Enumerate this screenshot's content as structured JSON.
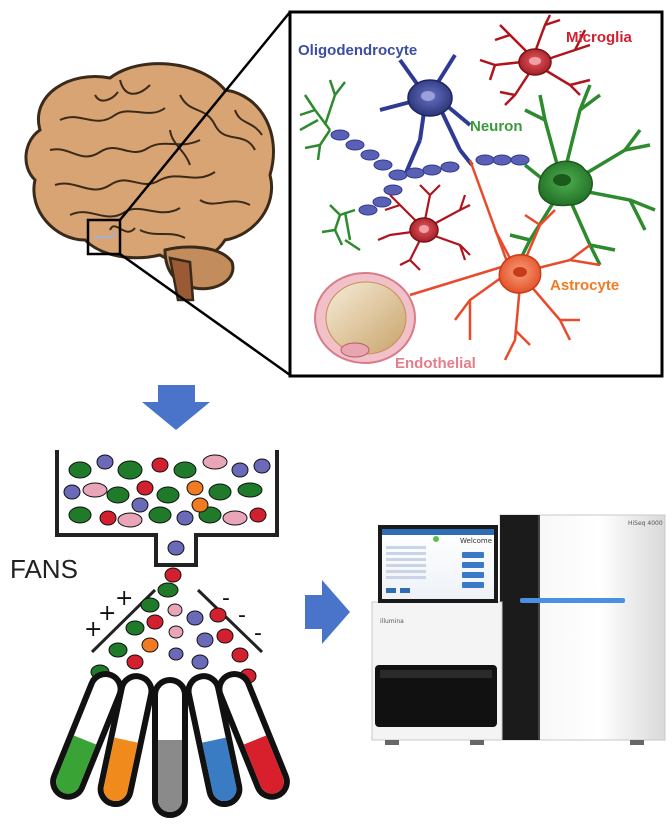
{
  "cells": {
    "oligodendrocyte": "Oligodendrocyte",
    "microglia": "Microglia",
    "neuron": "Neuron",
    "astrocyte": "Astrocyte",
    "endothelial": "Endothelial"
  },
  "fans_label": "FANS",
  "signs": {
    "plus": "+",
    "minus": "-"
  },
  "sequencer": {
    "screen_title": "Welcome",
    "brand": "illumina",
    "model": "HiSeq 4000"
  },
  "colors": {
    "oligodendrocyte": "#3b4ea3",
    "microglia": "#d3202f",
    "neuron": "#3c9a3c",
    "astrocyte": "#f07b22",
    "endothelial": "#e57d8a",
    "arrow": "#4a74c9",
    "brain": "#d9a474",
    "tube_green": "#3aa335",
    "tube_orange": "#f08a1c",
    "tube_gray": "#8a8a8a",
    "tube_blue": "#3a7cc4",
    "tube_red": "#d81f2c"
  }
}
